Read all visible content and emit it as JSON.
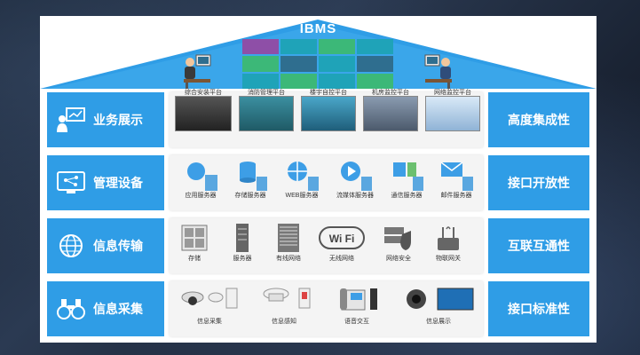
{
  "title": "IBMS",
  "rows": [
    {
      "label": "业务展示",
      "icon": "presenter-icon",
      "right": "高度集成性",
      "items": [
        "综合安装平台",
        "消防管理平台",
        "楼宇自控平台",
        "机房监控平台",
        "网络监控平台"
      ]
    },
    {
      "label": "管理设备",
      "icon": "monitor-network-icon",
      "right": "接口开放性",
      "items": [
        "应用服务器",
        "存储服务器",
        "WEB服务器",
        "流媒体服务器",
        "通信服务器",
        "邮件服务器"
      ]
    },
    {
      "label": "信息传输",
      "icon": "globe-icon",
      "right": "互联互通性",
      "items": [
        "存储",
        "服务器",
        "有线网络",
        "无线网络",
        "网络安全",
        "物联网关"
      ]
    },
    {
      "label": "信息采集",
      "icon": "binoculars-icon",
      "right": "接口标准性",
      "items": [
        "信息采集",
        "信息感知",
        "语音交互",
        "信息展示"
      ]
    }
  ],
  "wifi_text": "Wi Fi",
  "colors": {
    "accent": "#2f9de6",
    "roof": "#2f9de6",
    "background": "#1b2738"
  }
}
